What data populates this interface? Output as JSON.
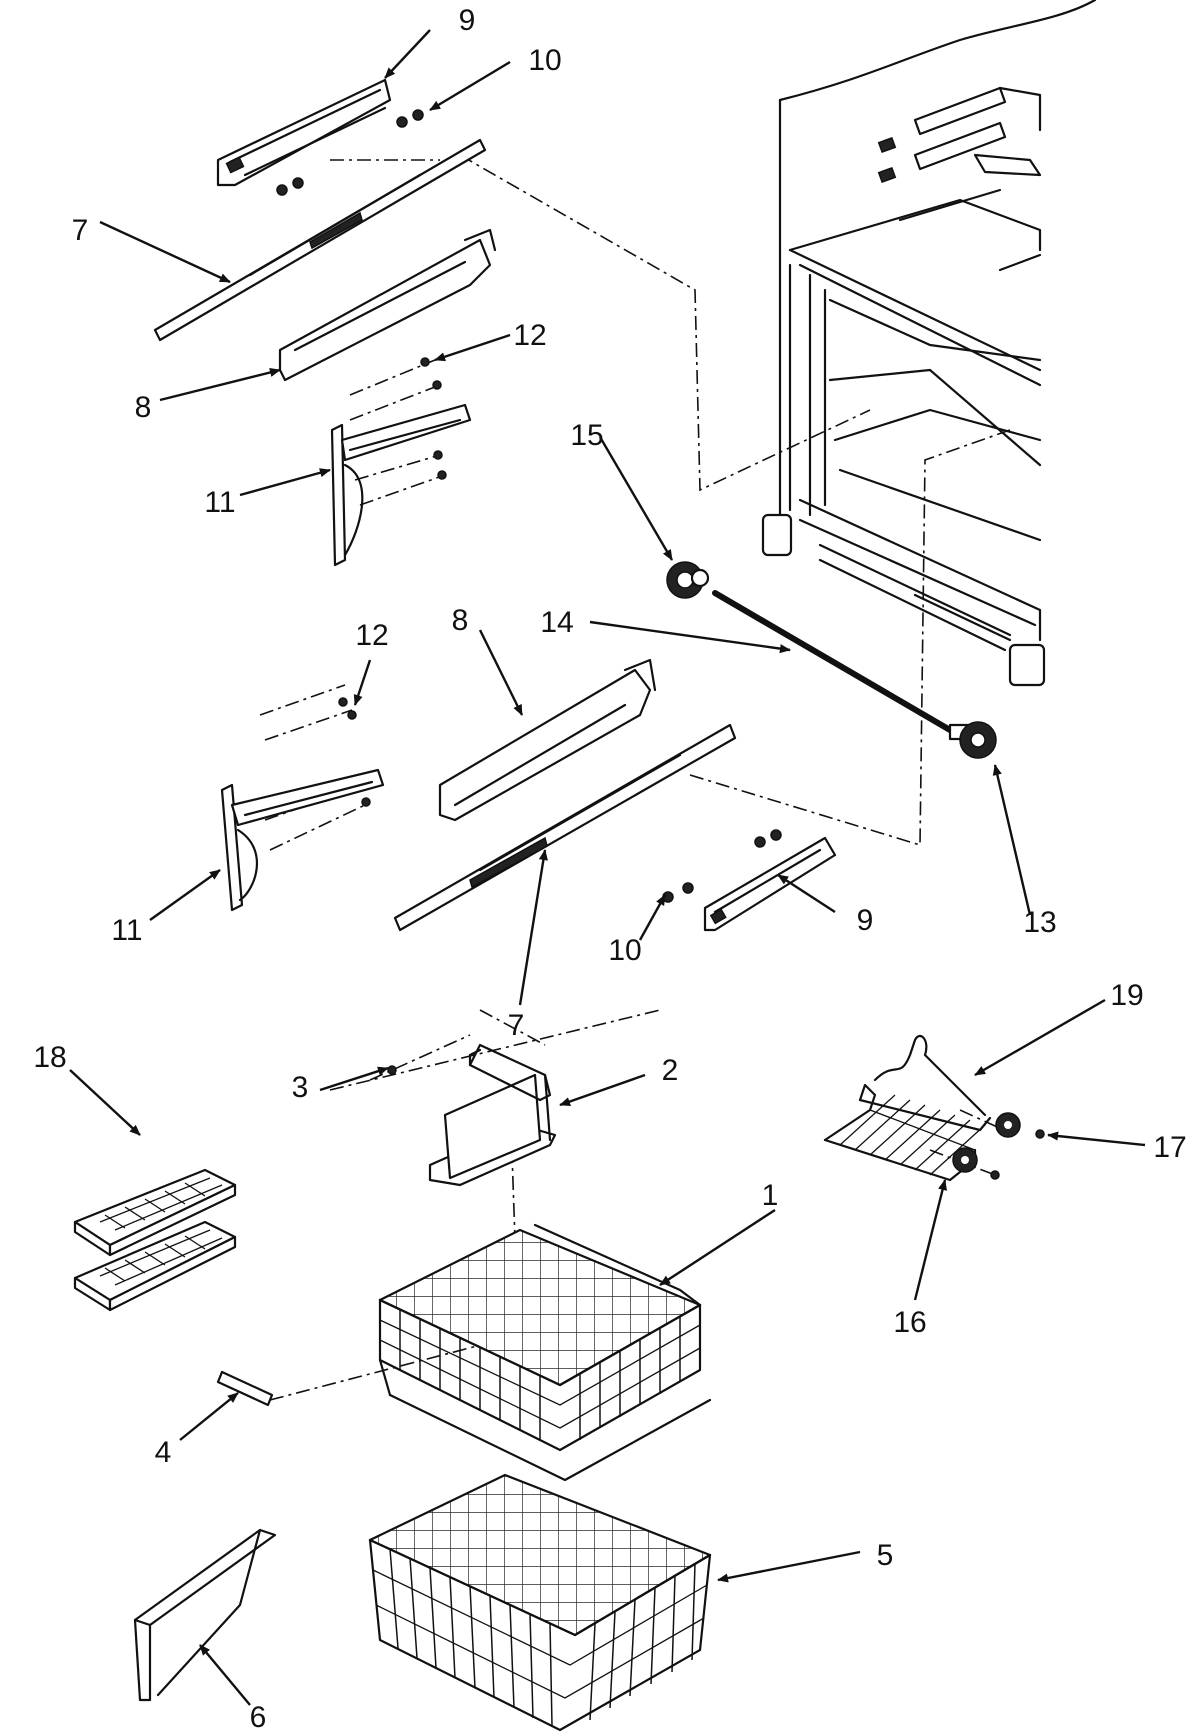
{
  "colors": {
    "ink": "#111111",
    "background": "#ffffff"
  },
  "callouts": {
    "c1": "1",
    "c2": "2",
    "c3": "3",
    "c4": "4",
    "c5": "5",
    "c6": "6",
    "c7a": "7",
    "c7b": "7",
    "c8a": "8",
    "c8b": "8",
    "c9a": "9",
    "c9b": "9",
    "c10a": "10",
    "c10b": "10",
    "c11a": "11",
    "c11b": "11",
    "c12a": "12",
    "c12b": "12",
    "c13": "13",
    "c14": "14",
    "c15": "15",
    "c16": "16",
    "c17": "17",
    "c18": "18",
    "c19": "19"
  }
}
